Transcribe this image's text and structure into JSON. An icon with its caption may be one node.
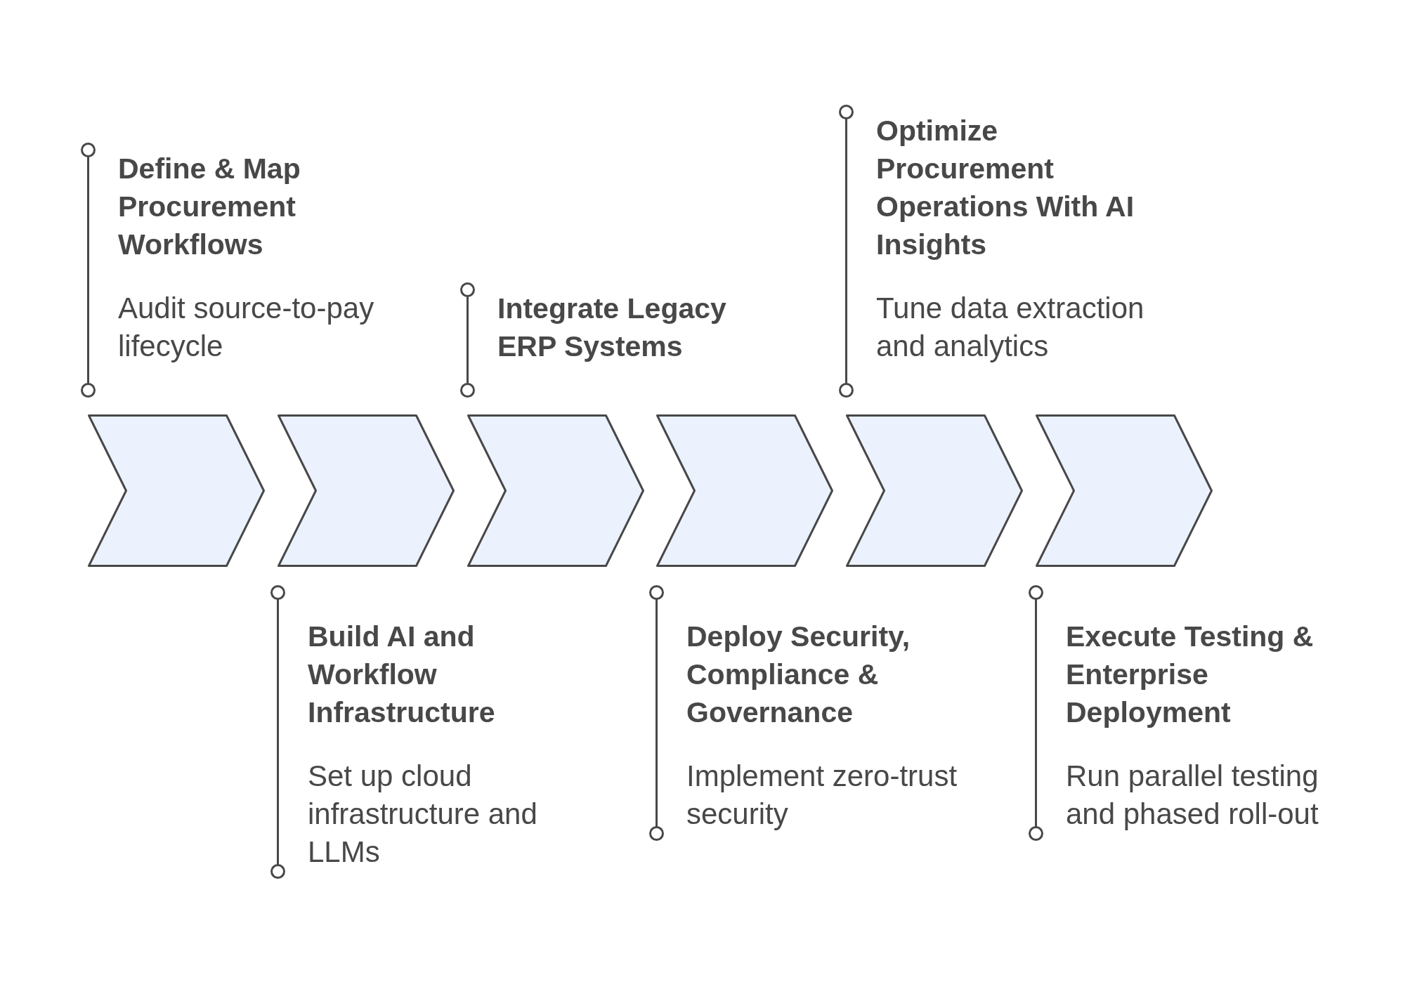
{
  "diagram": {
    "nodes": [
      {
        "text": [],
        "shape": "chevron",
        "beside": [
          "Define & Map Procurement Workflows",
          "Audit source-to-pay lifecycle"
        ]
      },
      {
        "text": [],
        "shape": "chevron",
        "beside": [
          "Build AI and Workflow Infrastructure",
          "Set up cloud infrastructure and LLMs"
        ]
      },
      {
        "text": [],
        "shape": "chevron",
        "beside": [
          "Integrate Legacy ERP Systems"
        ]
      },
      {
        "text": [],
        "shape": "chevron",
        "beside": [
          "Deploy Security, Compliance & Governance",
          "Implement zero-trust security"
        ]
      },
      {
        "text": [],
        "shape": "chevron",
        "beside": [
          "Optimize Procurement Operations With AI Insights",
          "Tune data extraction and analytics"
        ]
      },
      {
        "text": [],
        "shape": "chevron",
        "beside": [
          "Execute Testing & Enterprise Deployment",
          "Run parallel testing and phased roll-out"
        ]
      }
    ]
  }
}
